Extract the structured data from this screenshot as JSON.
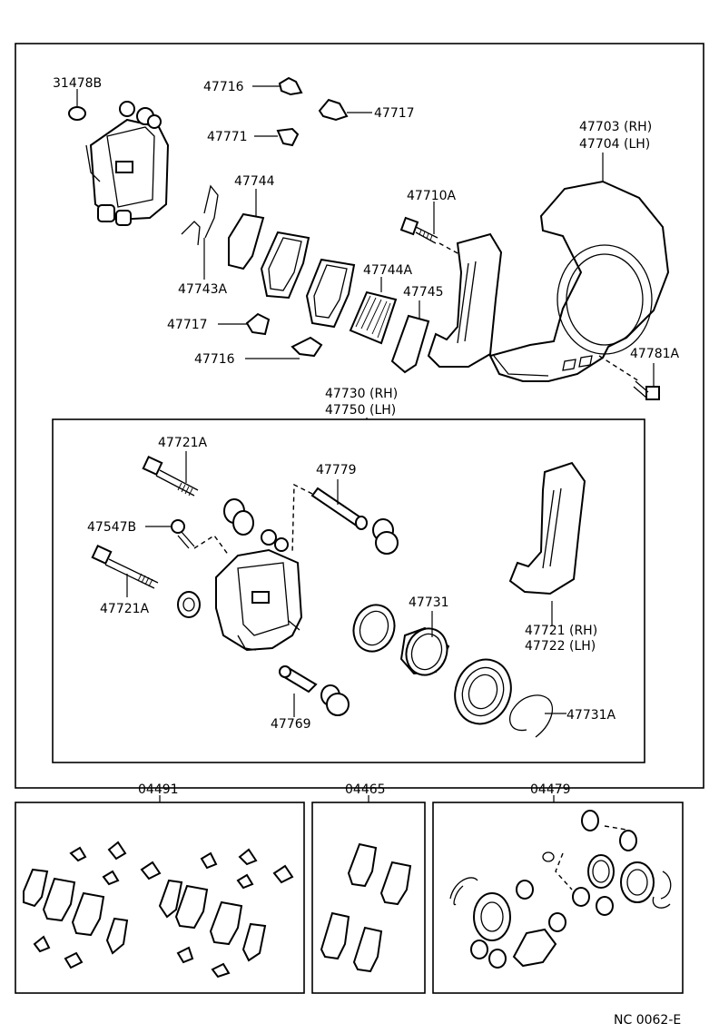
{
  "labels": {
    "p31478B": "31478B",
    "p47716_top": "47716",
    "p47717_top": "47717",
    "p47771": "47771",
    "p47703": "47703 (RH)",
    "p47704": "47704 (LH)",
    "p47744": "47744",
    "p47710A": "47710A",
    "p47743A": "47743A",
    "p47744A": "47744A",
    "p47745": "47745",
    "p47717_bot": "47717",
    "p47716_bot": "47716",
    "p47781A": "47781A",
    "p47730": "47730 (RH)",
    "p47750": "47750 (LH)",
    "p47721A_top": "47721A",
    "p47779": "47779",
    "p47547B": "47547B",
    "p47721A_bot": "47721A",
    "p47731": "47731",
    "p47721": "47721 (RH)",
    "p47722": "47722 (LH)",
    "p47769": "47769",
    "p47731A": "47731A",
    "kit04491": "04491",
    "kit04465": "04465",
    "kit04479": "04479",
    "docref": "NC 0062-E"
  }
}
